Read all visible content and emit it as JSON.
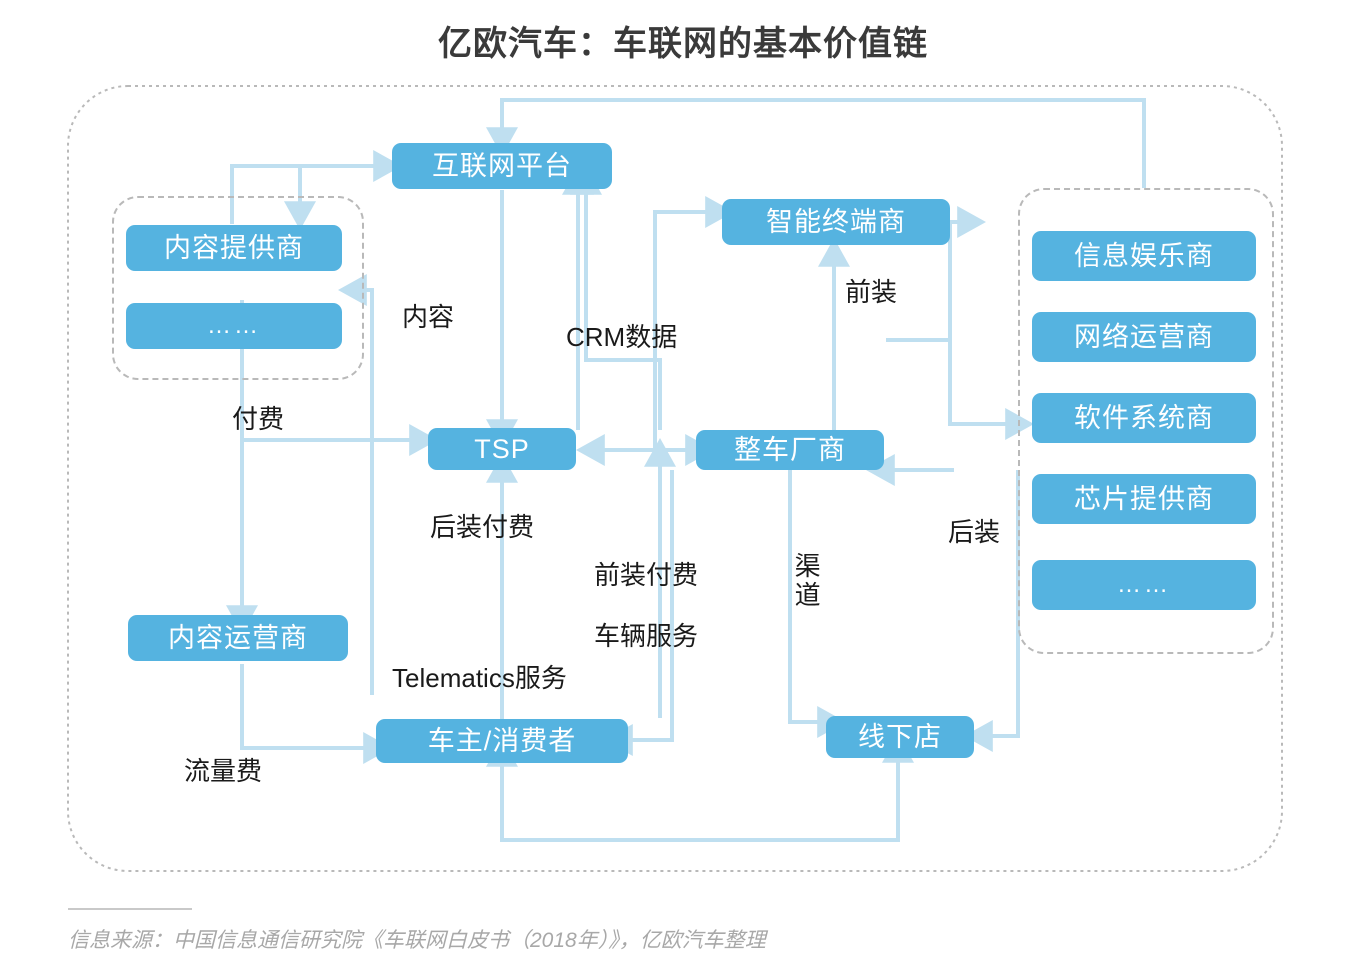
{
  "title": "亿欧汽车：车联网的基本价值链",
  "colors": {
    "node_fill": "#55b3e0",
    "node_text": "#ffffff",
    "connector": "#bfdff0",
    "group_border": "#b9b9b9",
    "title_text": "#3a3a3a",
    "footer_text": "#a8a8a8",
    "background": "#ffffff"
  },
  "nodes": {
    "internet_platform": "互联网平台",
    "smart_terminal": "智能终端商",
    "tsp": "TSP",
    "oem": "整车厂商",
    "content_provider": "内容提供商",
    "content_provider_more": "……",
    "content_operator": "内容运营商",
    "car_owner": "车主/消费者",
    "offline_store": "线下店",
    "infotainment": "信息娱乐商",
    "network_operator": "网络运营商",
    "software_system": "软件系统商",
    "chip_provider": "芯片提供商",
    "supplier_more": "……"
  },
  "edge_labels": {
    "content": "内容",
    "crm_data": "CRM数据",
    "pre_install": "前装",
    "pay": "付费",
    "post_install_pay": "后装付费",
    "pre_install_pay": "前装付费",
    "vehicle_service": "车辆服务",
    "telematics_service": "Telematics服务",
    "traffic_fee": "流量费",
    "channel": "渠道",
    "post_install": "后装"
  },
  "footer": {
    "source": "信息来源：中国信息通信研究院《车联网白皮书（2018年）》，亿欧汽车整理"
  },
  "chart_data": {
    "type": "diagram",
    "title": "亿欧汽车：车联网的基本价值链",
    "nodes": [
      {
        "id": "internet_platform",
        "label": "互联网平台"
      },
      {
        "id": "smart_terminal",
        "label": "智能终端商"
      },
      {
        "id": "tsp",
        "label": "TSP"
      },
      {
        "id": "oem",
        "label": "整车厂商"
      },
      {
        "id": "content_provider",
        "label": "内容提供商",
        "group": "content-group"
      },
      {
        "id": "content_operator",
        "label": "内容运营商"
      },
      {
        "id": "car_owner",
        "label": "车主/消费者"
      },
      {
        "id": "offline_store",
        "label": "线下店"
      },
      {
        "id": "infotainment",
        "label": "信息娱乐商",
        "group": "supplier-group"
      },
      {
        "id": "network_operator",
        "label": "网络运营商",
        "group": "supplier-group"
      },
      {
        "id": "software_system",
        "label": "软件系统商",
        "group": "supplier-group"
      },
      {
        "id": "chip_provider",
        "label": "芯片提供商",
        "group": "supplier-group"
      }
    ],
    "edges": [
      {
        "from": "content_provider",
        "to": "internet_platform",
        "label": ""
      },
      {
        "from": "internet_platform",
        "to": "content_provider",
        "label": "内容"
      },
      {
        "from": "internet_platform",
        "to": "tsp",
        "label": ""
      },
      {
        "from": "tsp",
        "to": "internet_platform",
        "label": ""
      },
      {
        "from": "oem",
        "to": "internet_platform",
        "label": "CRM数据"
      },
      {
        "from": "supplier-group",
        "to": "internet_platform",
        "label": ""
      },
      {
        "from": "tsp",
        "to": "smart_terminal",
        "label": ""
      },
      {
        "from": "oem",
        "to": "smart_terminal",
        "label": "前装"
      },
      {
        "from": "supplier-group",
        "to": "smart_terminal",
        "label": ""
      },
      {
        "from": "content_provider",
        "to": "tsp",
        "label": "付费"
      },
      {
        "from": "content_provider",
        "to": "content_operator",
        "label": "付费"
      },
      {
        "from": "tsp",
        "to": "oem",
        "label": ""
      },
      {
        "from": "oem",
        "to": "tsp",
        "label": ""
      },
      {
        "from": "oem",
        "to": "supplier-group",
        "label": "后装"
      },
      {
        "from": "supplier-group",
        "to": "oem",
        "label": "后装"
      },
      {
        "from": "car_owner",
        "to": "tsp",
        "label": "后装付费"
      },
      {
        "from": "car_owner",
        "to": "oem",
        "label": "前装付费"
      },
      {
        "from": "tsp",
        "to": "car_owner",
        "label": "Telematics服务"
      },
      {
        "from": "oem",
        "to": "car_owner",
        "label": "车辆服务"
      },
      {
        "from": "content_operator",
        "to": "car_owner",
        "label": "流量费"
      },
      {
        "from": "oem",
        "to": "offline_store",
        "label": "渠道"
      },
      {
        "from": "supplier-group",
        "to": "offline_store",
        "label": ""
      },
      {
        "from": "car_owner",
        "to": "offline_store",
        "label": ""
      },
      {
        "from": "offline_store",
        "to": "car_owner",
        "label": ""
      }
    ]
  }
}
